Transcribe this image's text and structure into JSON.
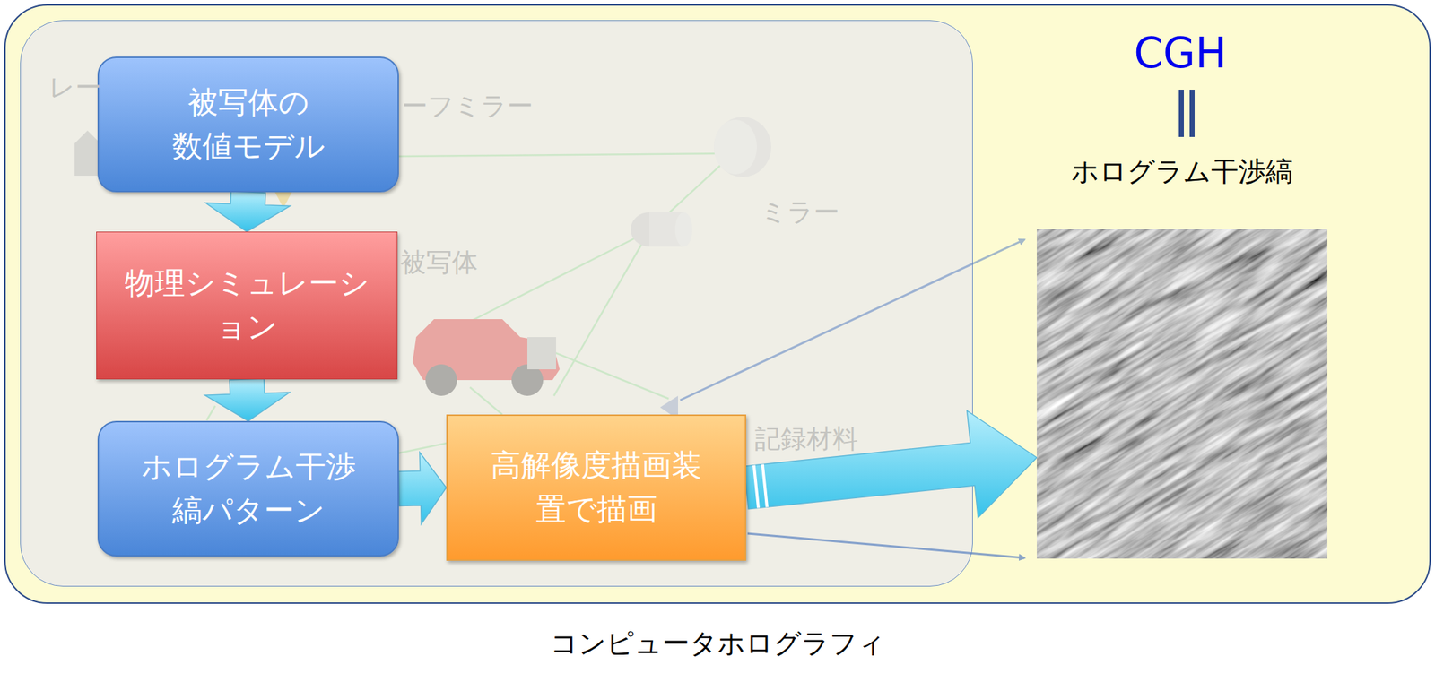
{
  "diagram": {
    "caption": "コンピュータホログラフィ",
    "nodes": [
      {
        "text": [
          "被写体の 数値モデル"
        ]
      },
      {
        "text": [
          "物理シミュレーシ ョン"
        ]
      },
      {
        "text": [
          "ホログラム干渉 縞パターン"
        ]
      },
      {
        "text": [
          "高解像度描画装 置で描画"
        ]
      },
      {
        "text": [
          "ホログラム干渉縞"
        ]
      }
    ],
    "edges": [
      {
        "from": 0,
        "to": 1,
        "arrow": "to"
      },
      {
        "from": 1,
        "to": 2,
        "arrow": "to"
      },
      {
        "from": 2,
        "to": 3,
        "arrow": "to"
      },
      {
        "from": 3,
        "to": 4,
        "arrow": "to"
      }
    ],
    "labels": [
      "CGH",
      "レー",
      "ーフミラー",
      "ミラー",
      "被写体",
      "記録材料"
    ]
  }
}
